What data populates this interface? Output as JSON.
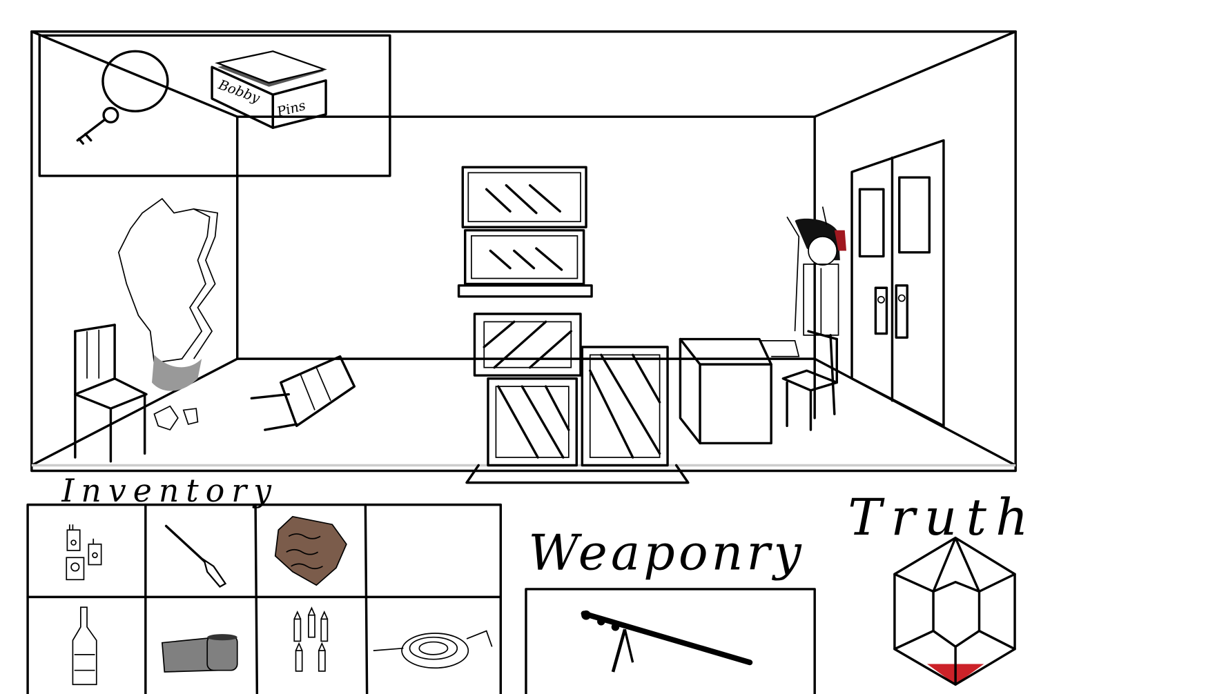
{
  "scene": {
    "name": "room",
    "found_items": [
      {
        "icon": "key-ring-icon"
      },
      {
        "icon": "bobby-pins-box-icon",
        "label_line1": "Bobby",
        "label_line2": "Pins"
      }
    ],
    "objects": [
      "broken-wall-hole",
      "chair",
      "toppled-chair",
      "rubble",
      "window",
      "crate-stack",
      "box",
      "character",
      "double-door"
    ]
  },
  "inventory": {
    "title": "Inventory",
    "slots": [
      {
        "icon": "circuit-boards-icon"
      },
      {
        "icon": "screwdriver-icon"
      },
      {
        "icon": "leather-scrap-icon"
      },
      {
        "icon": "empty-slot"
      },
      {
        "icon": "bottle-icon"
      },
      {
        "icon": "duct-tape-icon"
      },
      {
        "icon": "bullets-icon"
      },
      {
        "icon": "rope-icon"
      }
    ]
  },
  "weaponry": {
    "title": "Weaponry",
    "equipped": {
      "icon": "rifle-icon"
    }
  },
  "truth": {
    "title": "Truth",
    "fill_fraction": 0.1,
    "fill_color": "#cc2229"
  }
}
